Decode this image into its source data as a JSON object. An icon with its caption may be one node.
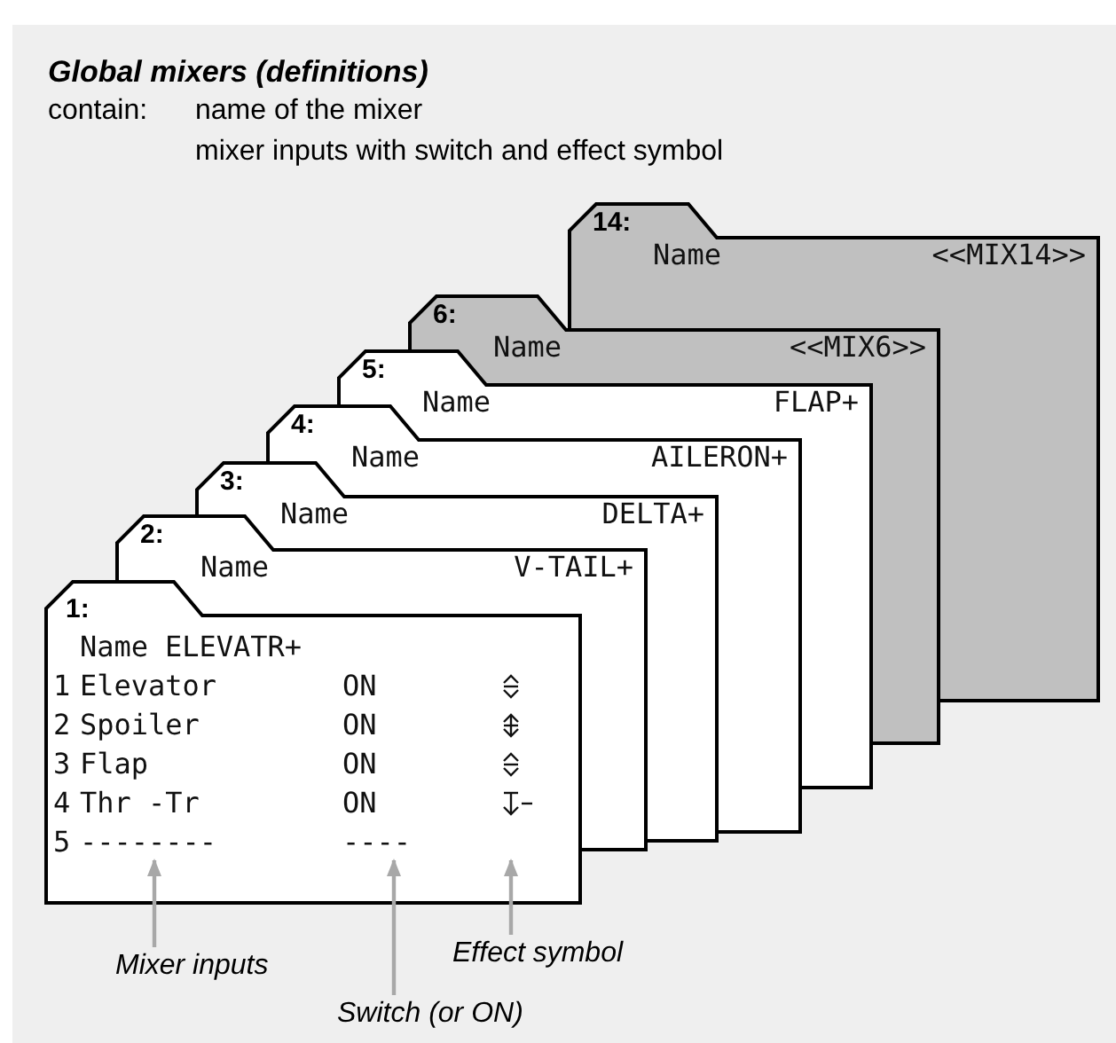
{
  "diagram": {
    "title": "Global mixers (definitions)",
    "nodes": [
      {
        "text": [
          "14:",
          "Name",
          "<<MIX14>>"
        ]
      },
      {
        "text": [
          "6:",
          "Name",
          "<<MIX6>>"
        ]
      },
      {
        "text": [
          "5:",
          "Name",
          "FLAP+"
        ]
      },
      {
        "text": [
          "4:",
          "Name",
          "AILERON+"
        ]
      },
      {
        "text": [
          "3:",
          "Name",
          "DELTA+"
        ]
      },
      {
        "text": [
          "2:",
          "Name",
          "V-TAIL+"
        ]
      },
      {
        "text": [
          "1:",
          "Name",
          "ELEVATR+",
          "1",
          "Elevator",
          "ON",
          "2",
          "Spoiler",
          "ON",
          "3",
          "Flap",
          "ON",
          "4",
          "Thr -Tr",
          "ON",
          "5",
          "--------",
          "----"
        ]
      },
      {
        "text": [
          "Mixer inputs"
        ]
      },
      {
        "text": [
          "Switch (or ON)"
        ]
      },
      {
        "text": [
          "Effect symbol"
        ]
      }
    ],
    "edges": [
      {
        "from": 7,
        "to": 6,
        "arrow": "to"
      },
      {
        "from": 8,
        "to": 6,
        "arrow": "to"
      },
      {
        "from": 9,
        "to": 6,
        "arrow": "to"
      }
    ],
    "labels": [
      "contain:",
      "name of the mixer",
      "mixer inputs with switch and effect symbol"
    ]
  }
}
